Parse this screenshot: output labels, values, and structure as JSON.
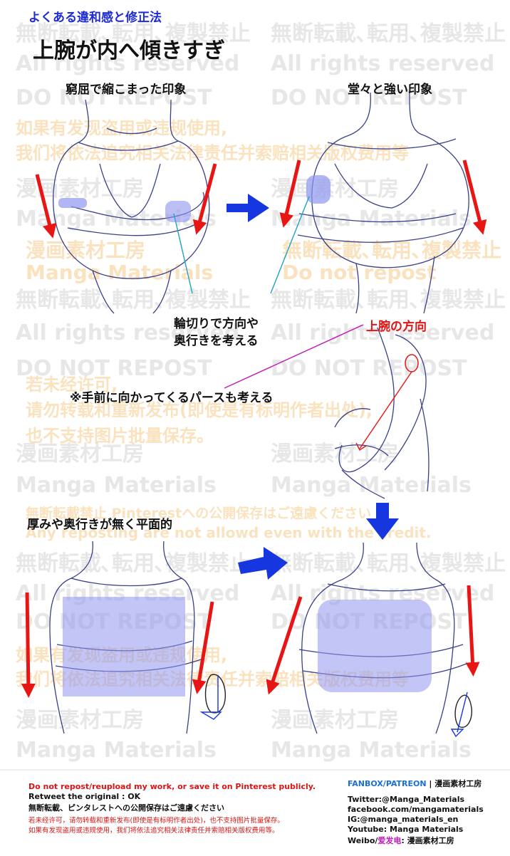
{
  "header": {
    "subtitle": "よくある違和感と修正法",
    "title": "上腕が内へ傾きすぎ"
  },
  "captions": {
    "bad_top": "窮屈で縮こまった印象",
    "good_top": "堂々と強い印象",
    "slice_line1": "輪切りで方向や",
    "slice_line2": "奥行きを考える",
    "upper_arm_direction": "上腕の方向",
    "perspective_note": "※手前に向かってくるパースも考える",
    "flat_note": "厚みや奥行きが無く平面的"
  },
  "watermarks": {
    "no_reprint": "無断転載､転用､複製禁止",
    "rights": "All rights reserved",
    "no_repost": "DO NOT REPOST",
    "cn1": "如果有发现盗用或违规使用,",
    "cn2": "我们将依法追究相关法律责任并索赔相关版权费用等",
    "studio": "漫画素材工房",
    "manga_materials": "Manga Materials",
    "do_not_repost": "Do not repost",
    "cn3": "若未经许可,",
    "cn4": "请勿转载和重新发布(即使是有标明作者出处),",
    "cn5": "也不支持图片批量保存。",
    "pinterest": "無断転載禁止 Pinterestへの公開保存はご遠慮ください",
    "credit": "Any reposting are not allowd even with the credit."
  },
  "footer": {
    "line1": "Do not repost/reupload my work, or save it on Pinterest publicly.",
    "line2": "Retweet the original : OK",
    "line3": "無断転載、ピンタレストへの公開保存はご遠慮ください",
    "line4": "若未经许可，请勿转载和重新发布(即使是有标明作者出处)，也不支持图片批量保存。",
    "line5": "如果有发现盗用或违规使用，我们将依法追究相关法律责任并索赔相关版权费用等。",
    "fanbox_label": "FANBOX/PATREON",
    "separator": "|",
    "studio_name": "漫画素材工房",
    "twitter": "Twitter:@Manga_Materials",
    "facebook": "facebook.com/mangamaterials",
    "ig": "IG:@manga_materials_en",
    "youtube": "Youtube: Manga Materials",
    "weibo_prefix": "Weibo/",
    "weibo_cn": "爱发电",
    "weibo_suffix": ": 漫画素材工房"
  },
  "colors": {
    "red_arrow": "#e81515",
    "blue_arrow": "#1636e0",
    "slice_fill": "#8f95ee",
    "sketch_line": "#3a3f8a",
    "guide_cyan": "#1fa2c9",
    "guide_magenta": "#c21ab8"
  }
}
